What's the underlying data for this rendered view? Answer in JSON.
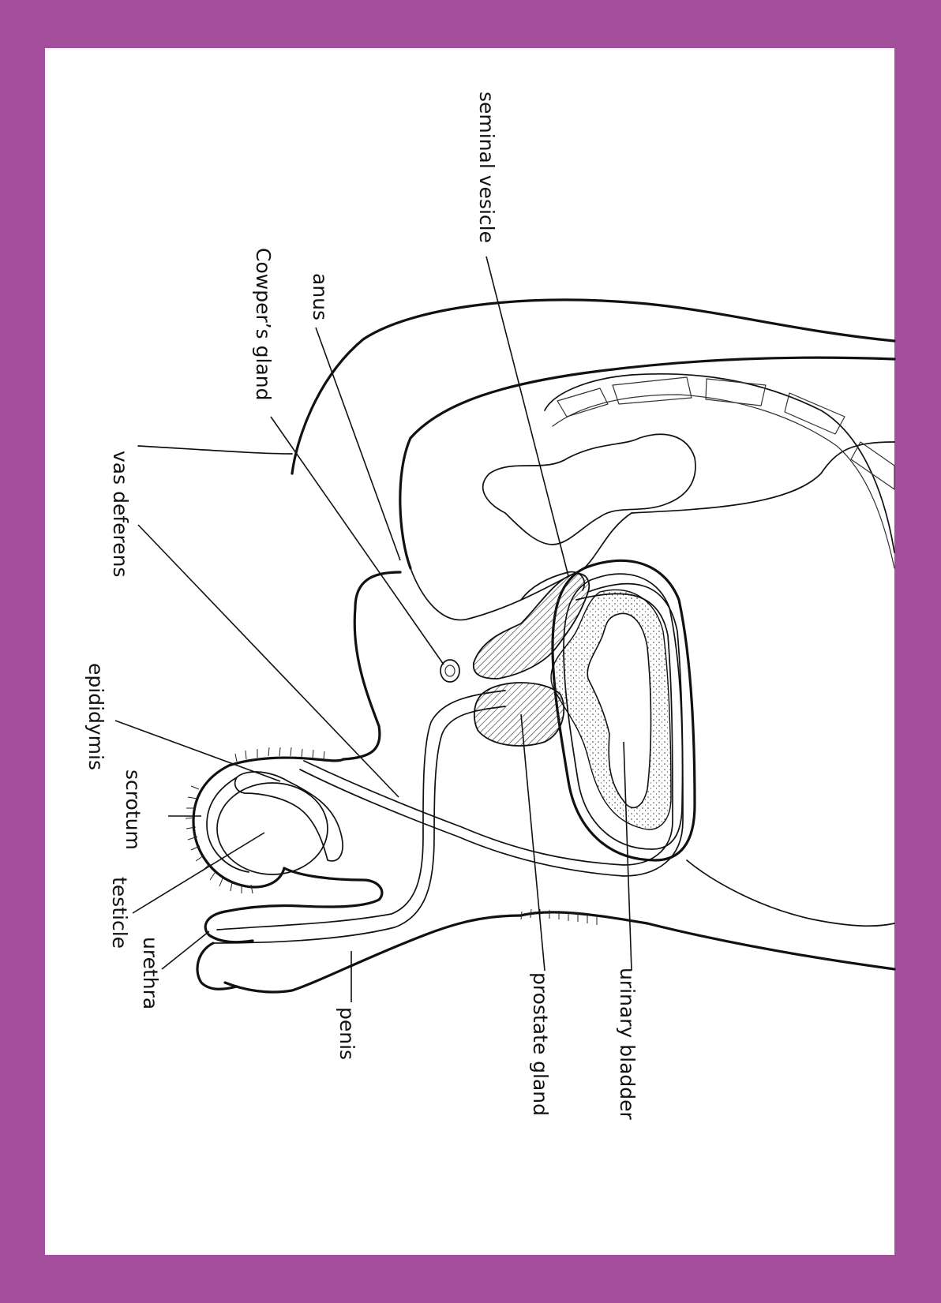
{
  "colors": {
    "frame": "#a34f9c",
    "paper": "#ffffff",
    "ink": "#111111"
  },
  "labels": {
    "seminal_vesicle": "seminal vesicle",
    "anus": "anus",
    "cowpers_gland": "Cowper’s gland",
    "vas_deferens": "vas deferens",
    "epididymis": "epididymis",
    "scrotum": "scrotum",
    "testicle": "testicle",
    "urethra": "urethra",
    "penis": "penis",
    "prostate_gland": "prostate gland",
    "urinary_bladder": "urinary bladder"
  }
}
